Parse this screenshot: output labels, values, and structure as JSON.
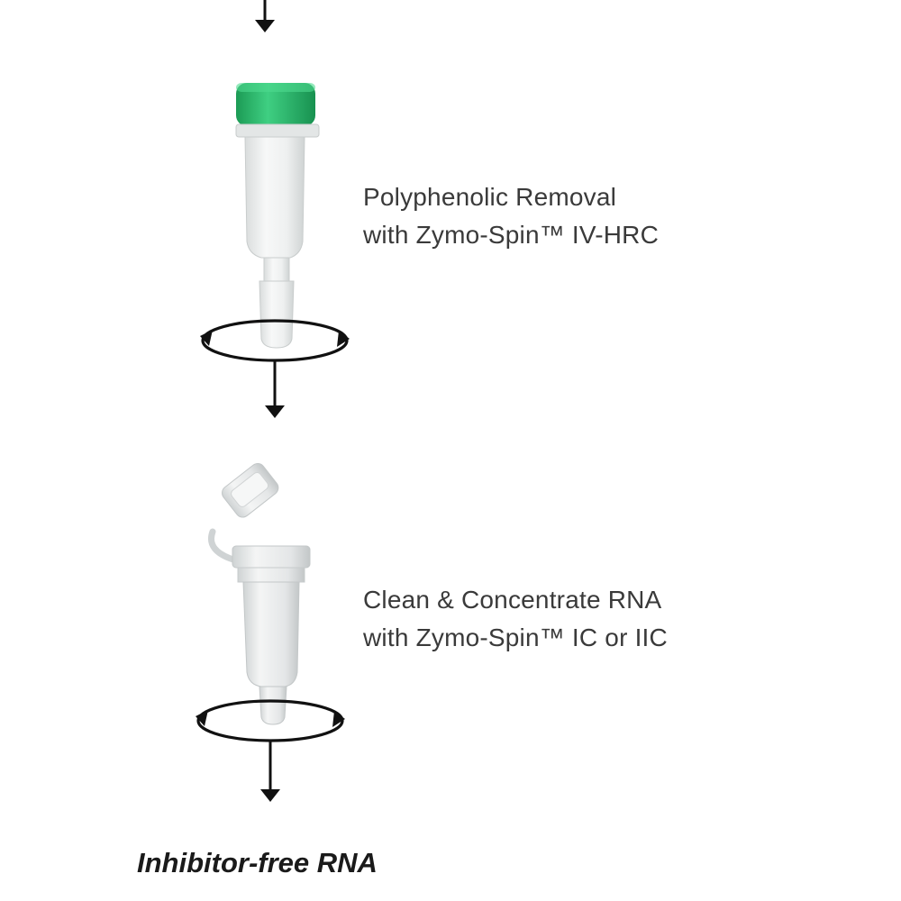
{
  "steps": [
    {
      "line1": "Polyphenolic Removal",
      "line2": "with Zymo-Spin™ IV-HRC",
      "column_icon": "spin-column-green-cap-icon",
      "cap_color": "#22b066"
    },
    {
      "line1": "Clean & Concentrate RNA",
      "line2": "with Zymo-Spin™ IC or IIC",
      "column_icon": "spin-column-flip-cap-icon"
    }
  ],
  "result": "Inhibitor-free RNA",
  "icons": {
    "flow_arrow": "down-arrow-icon",
    "spin": "centrifuge-rotation-icon"
  }
}
